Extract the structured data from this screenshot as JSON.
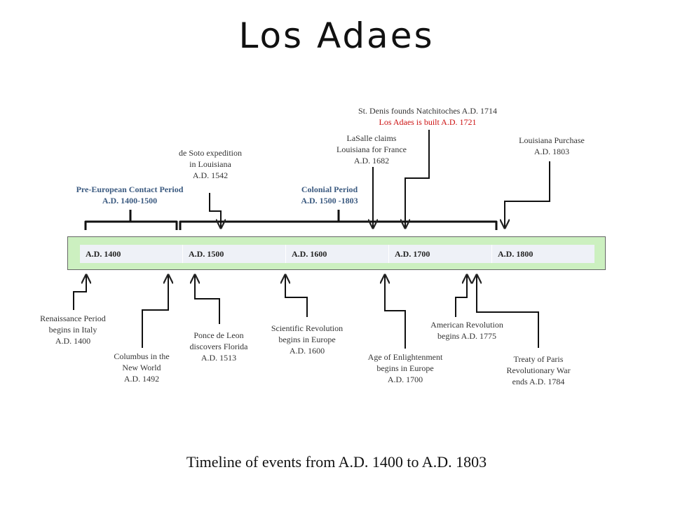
{
  "title": "Los Adaes",
  "caption": "Timeline of events from A.D. 1400 to A.D. 1803",
  "timeline": {
    "cells": [
      "A.D. 1400",
      "A.D. 1500",
      "A.D. 1600",
      "A.D. 1700",
      "A.D. 1800"
    ]
  },
  "periods": [
    {
      "name": "Pre-European Contact Period",
      "range": "A.D. 1400-1500"
    },
    {
      "name": "Colonial Period",
      "range": "A.D. 1500 -1803"
    }
  ],
  "events_above": [
    {
      "lines": [
        "de Soto expedition",
        "in Louisiana",
        "A.D. 1542"
      ]
    },
    {
      "lines": [
        "LaSalle claims",
        "Louisiana for France",
        "A.D. 1682"
      ]
    },
    {
      "lines": [
        "St. Denis founds Natchitoches A.D. 1714"
      ],
      "highlight": "Los Adaes is built A.D. 1721"
    },
    {
      "lines": [
        "Louisiana Purchase",
        "A.D. 1803"
      ]
    }
  ],
  "events_below": [
    {
      "lines": [
        "Renaissance Period",
        "begins in Italy",
        "A.D. 1400"
      ]
    },
    {
      "lines": [
        "Columbus in the",
        "New World",
        "A.D. 1492"
      ]
    },
    {
      "lines": [
        "Ponce de Leon",
        "discovers Florida",
        "A.D. 1513"
      ]
    },
    {
      "lines": [
        "Scientific Revolution",
        "begins in Europe",
        "A.D. 1600"
      ]
    },
    {
      "lines": [
        "Age of Enlightenment",
        "begins in Europe",
        "A.D. 1700"
      ]
    },
    {
      "lines": [
        "American Revolution",
        "begins A.D. 1775"
      ]
    },
    {
      "lines": [
        "Treaty of Paris",
        "Revolutionary War",
        "ends A.D. 1784"
      ]
    }
  ],
  "colors": {
    "band": "#ccf0c0",
    "cell": "#eef1f7",
    "period_text": "#3b5a80",
    "highlight_text": "#cc1111"
  }
}
